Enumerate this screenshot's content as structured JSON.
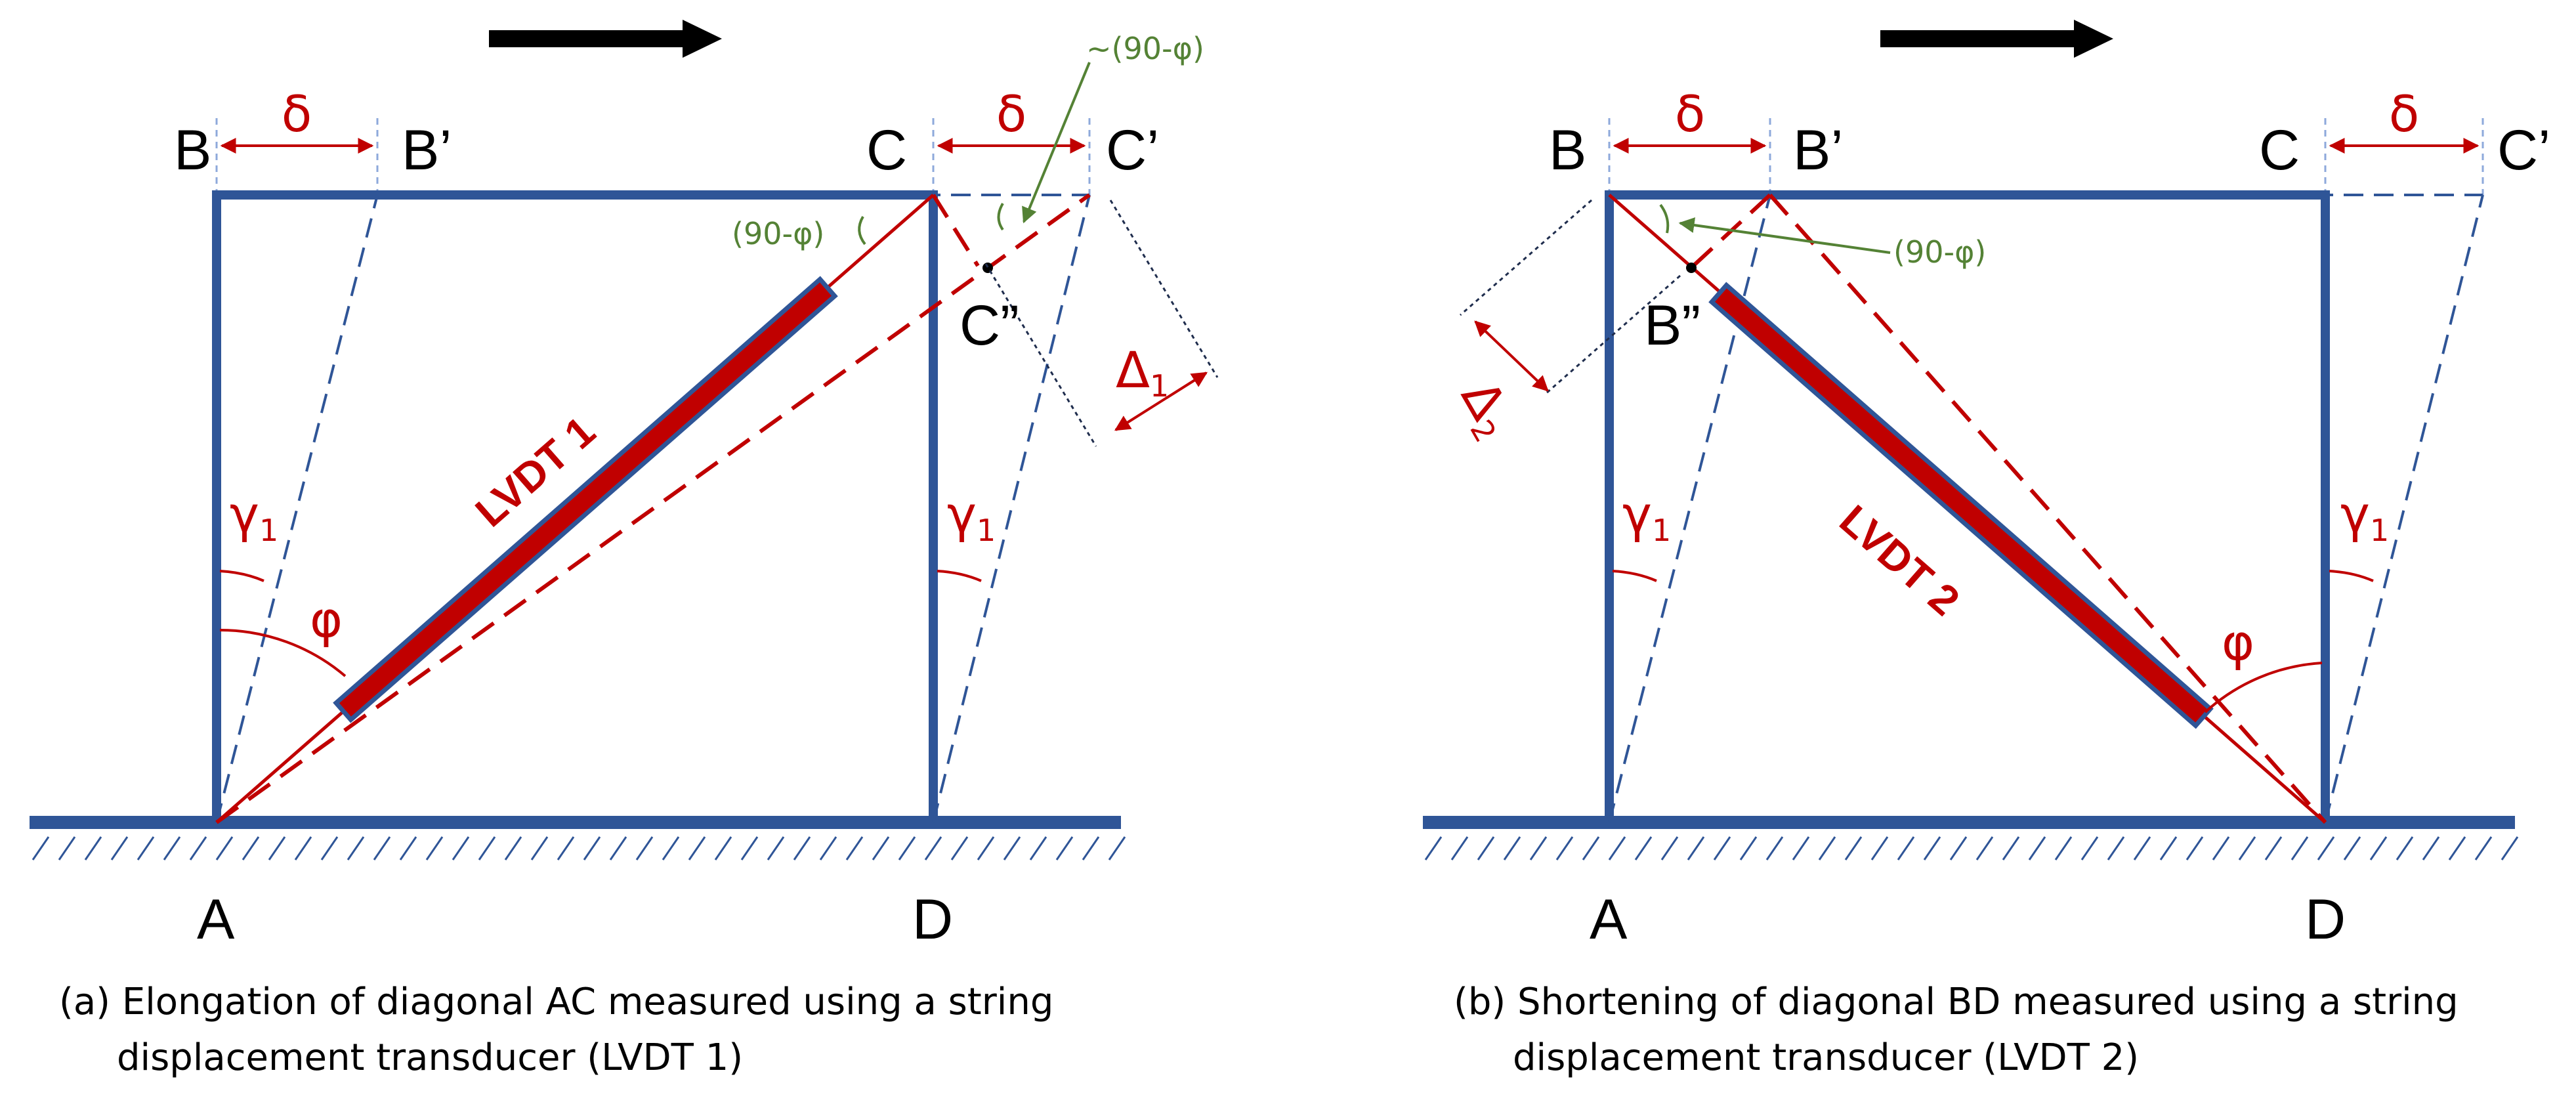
{
  "panel_a": {
    "points": {
      "A": "A",
      "B": "B",
      "B_prime": "B’",
      "C": "C",
      "C_prime": "C’",
      "C_double_prime": "C”",
      "D": "D"
    },
    "delta_left": "δ",
    "delta_right": "δ",
    "gamma_left": "γ",
    "gamma_right": "γ",
    "gamma_sub": "1",
    "phi": "φ",
    "angle_red": "(90-φ)",
    "angle_green": "~(90-φ)",
    "Delta": "Δ",
    "Delta_sub": "1",
    "lvdt_label": "LVDT 1",
    "caption_line1": "(a) Elongation of diagonal AC measured using a string",
    "caption_line2": "displacement transducer (LVDT 1)"
  },
  "panel_b": {
    "points": {
      "A": "A",
      "B": "B",
      "B_prime": "B’",
      "B_double_prime": "B”",
      "C": "C",
      "C_prime": "C’",
      "D": "D"
    },
    "delta_left": "δ",
    "delta_right": "δ",
    "gamma_left": "γ",
    "gamma_right": "γ",
    "gamma_sub": "1",
    "phi": "φ",
    "angle_green": "(90-φ)",
    "Delta": "Δ",
    "Delta_sub": "2",
    "lvdt_label": "LVDT 2",
    "caption_line1": "(b) Shortening of diagonal BD measured using a string",
    "caption_line2": "displacement transducer (LVDT 2)"
  },
  "colors": {
    "frame": "#2f5597",
    "red": "#c00000",
    "green": "#548235",
    "arrow": "#000000"
  },
  "icons": {
    "load_arrow": "right-arrow-icon",
    "ground_support": "hatched-ground-icon"
  }
}
